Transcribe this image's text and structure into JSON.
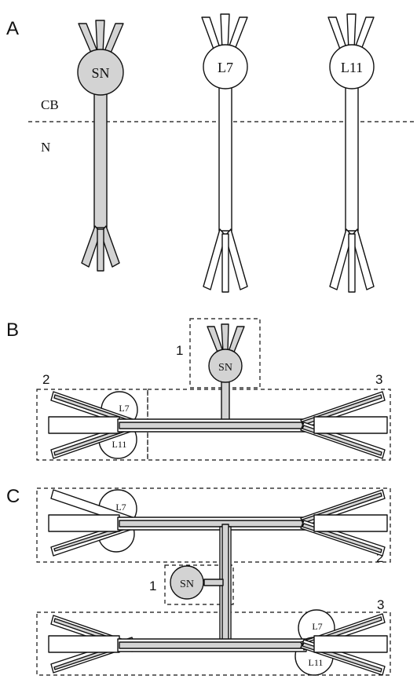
{
  "panels": {
    "a": {
      "letter": "A",
      "cb_label": "CB",
      "n_label": "N",
      "cells": [
        "SN",
        "L7",
        "L11"
      ]
    },
    "b": {
      "letter": "B",
      "box1": "1",
      "box2": "2",
      "box3": "3",
      "sn": "SN",
      "l7": "L7",
      "l11": "L11"
    },
    "c": {
      "letter": "C",
      "box1": "1",
      "box2": "2",
      "box3": "3",
      "sn": "SN",
      "l7_top": "L7",
      "l7_bottom": "L7",
      "l11": "L11"
    }
  },
  "colors": {
    "fill": "#d3d3d3",
    "stroke": "#111111",
    "background": "#ffffff"
  }
}
